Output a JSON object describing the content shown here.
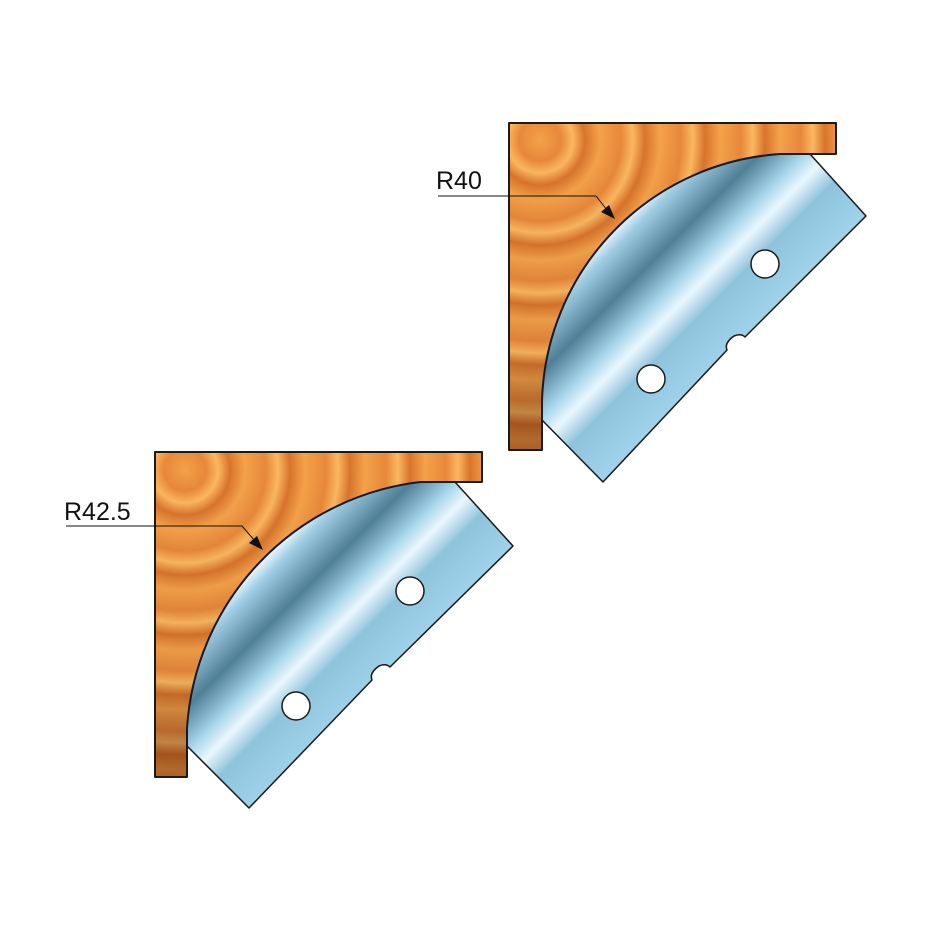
{
  "diagram": {
    "background": "#ffffff",
    "colors": {
      "wood_light": "#f7a84a",
      "wood_mid": "#e07a2e",
      "wood_dark": "#a8491b",
      "steel_light": "#e9f6fd",
      "steel_mid": "#9fd1ea",
      "steel_dark": "#4f7f96",
      "outline": "#1a1a1a"
    },
    "profiles": [
      {
        "id": "top-right",
        "radius_label": "R40",
        "wood_name": "wood-profile-top",
        "knife_name": "knife-blade-top"
      },
      {
        "id": "bottom-left",
        "radius_label": "R42.5",
        "wood_name": "wood-profile-bottom",
        "knife_name": "knife-blade-bottom"
      }
    ]
  }
}
